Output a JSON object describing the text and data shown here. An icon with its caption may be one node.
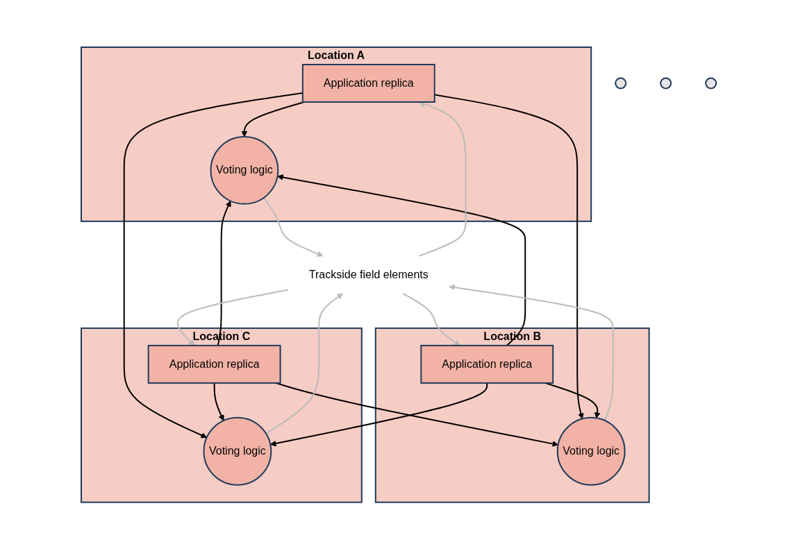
{
  "diagram": {
    "nodes": [
      {
        "text": [
          "Location A"
        ]
      },
      {
        "text": [
          "Application replica"
        ],
        "in": 0
      },
      {
        "text": [
          "Voting logic"
        ],
        "in": 0
      },
      {
        "text": [
          "Location B"
        ]
      },
      {
        "text": [
          "Application replica"
        ],
        "in": 3
      },
      {
        "text": [
          "Voting logic"
        ],
        "in": 3
      },
      {
        "text": [
          "Location C"
        ]
      },
      {
        "text": [
          "Application replica"
        ],
        "in": 6
      },
      {
        "text": [
          "Voting logic"
        ],
        "in": 6
      },
      {
        "text": [],
        "shape": "circle"
      },
      {
        "text": [],
        "shape": "circle"
      },
      {
        "text": [],
        "shape": "circle"
      },
      {
        "text": [
          "Trackside field elements"
        ]
      }
    ],
    "edges": [
      {
        "from": 1,
        "to": 2,
        "arrow": "to"
      },
      {
        "from": 1,
        "to": 5,
        "arrow": "to"
      },
      {
        "from": 1,
        "to": 8,
        "arrow": "to"
      },
      {
        "from": 4,
        "to": 5,
        "arrow": "to"
      },
      {
        "from": 4,
        "to": 2,
        "arrow": "to"
      },
      {
        "from": 4,
        "to": 8,
        "arrow": "to"
      },
      {
        "from": 7,
        "to": 8,
        "arrow": "to"
      },
      {
        "from": 7,
        "to": 5,
        "arrow": "to"
      },
      {
        "from": 7,
        "to": 2,
        "arrow": "to"
      },
      {
        "from": 2,
        "to": 12,
        "arrow": "to",
        "color": "#bbbbbb"
      },
      {
        "from": 12,
        "to": 1,
        "arrow": "to",
        "color": "#bbbbbb"
      },
      {
        "from": 12,
        "to": 4,
        "arrow": "to",
        "color": "#bbbbbb"
      },
      {
        "from": 5,
        "to": 12,
        "arrow": "to",
        "color": "#bbbbbb"
      },
      {
        "from": 8,
        "to": 12,
        "arrow": "to",
        "color": "#bbbbbb"
      },
      {
        "from": 12,
        "to": 7,
        "arrow": "to",
        "color": "#bbbbbb"
      }
    ]
  }
}
